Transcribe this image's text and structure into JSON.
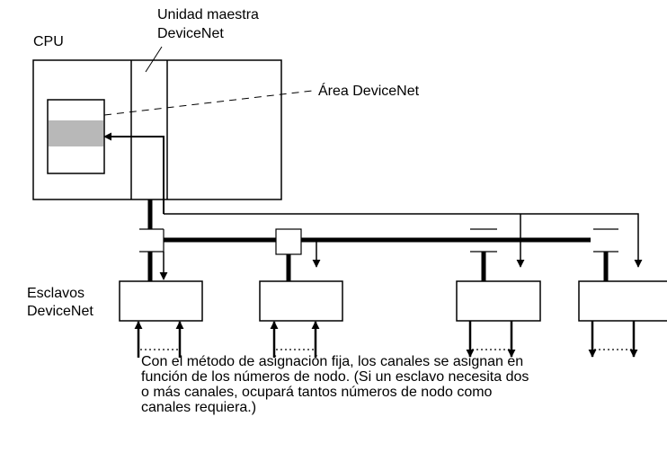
{
  "labels": {
    "cpu": "CPU",
    "master_unit": [
      "Unidad maestra",
      "DeviceNet"
    ],
    "devicenet_area": "Área DeviceNet",
    "slaves": [
      "Esclavos",
      "DeviceNet"
    ]
  },
  "caption": [
    "Con el método de asignación fija, los canales se asignan en",
    "función de los números de nodo. (Si un esclavo necesita dos",
    "o más canales, ocupará tantos números de nodo como",
    "canales requiera.)"
  ],
  "colors": {
    "line": "#000000",
    "memory_area_fill": "#b8b8b8",
    "background": "#ffffff"
  }
}
